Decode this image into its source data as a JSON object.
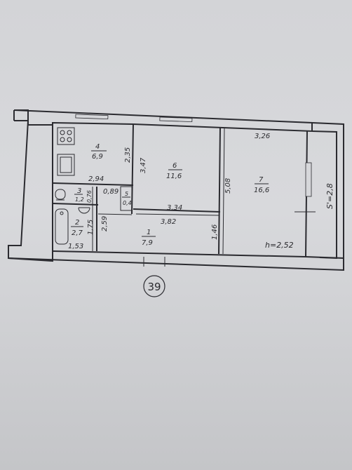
{
  "plan": {
    "rooms": [
      {
        "number": "1",
        "area": "7,9"
      },
      {
        "number": "2",
        "area": "2,7"
      },
      {
        "number": "3",
        "area": "1,2"
      },
      {
        "number": "4",
        "area": "6,9"
      },
      {
        "number": "5",
        "area": "0,4"
      },
      {
        "number": "6",
        "area": "11,6"
      },
      {
        "number": "7",
        "area": "16,6"
      }
    ],
    "dimensions": {
      "d_326": "3,26",
      "d_235": "2,35",
      "d_347": "3,47",
      "d_294": "2,94",
      "d_076": "0,76",
      "d_089": "0,89",
      "d_334": "3,34",
      "d_382": "3,82",
      "d_508": "5,08",
      "d_259": "2,59",
      "d_175": "1,75",
      "d_153": "1,53",
      "d_146": "1,46"
    },
    "height_note": "h=2,52",
    "balcony_area": "S'=2,8",
    "apartment_number": "39"
  },
  "colors": {
    "paper": "#d6d7da",
    "ink": "#2b2b30"
  }
}
